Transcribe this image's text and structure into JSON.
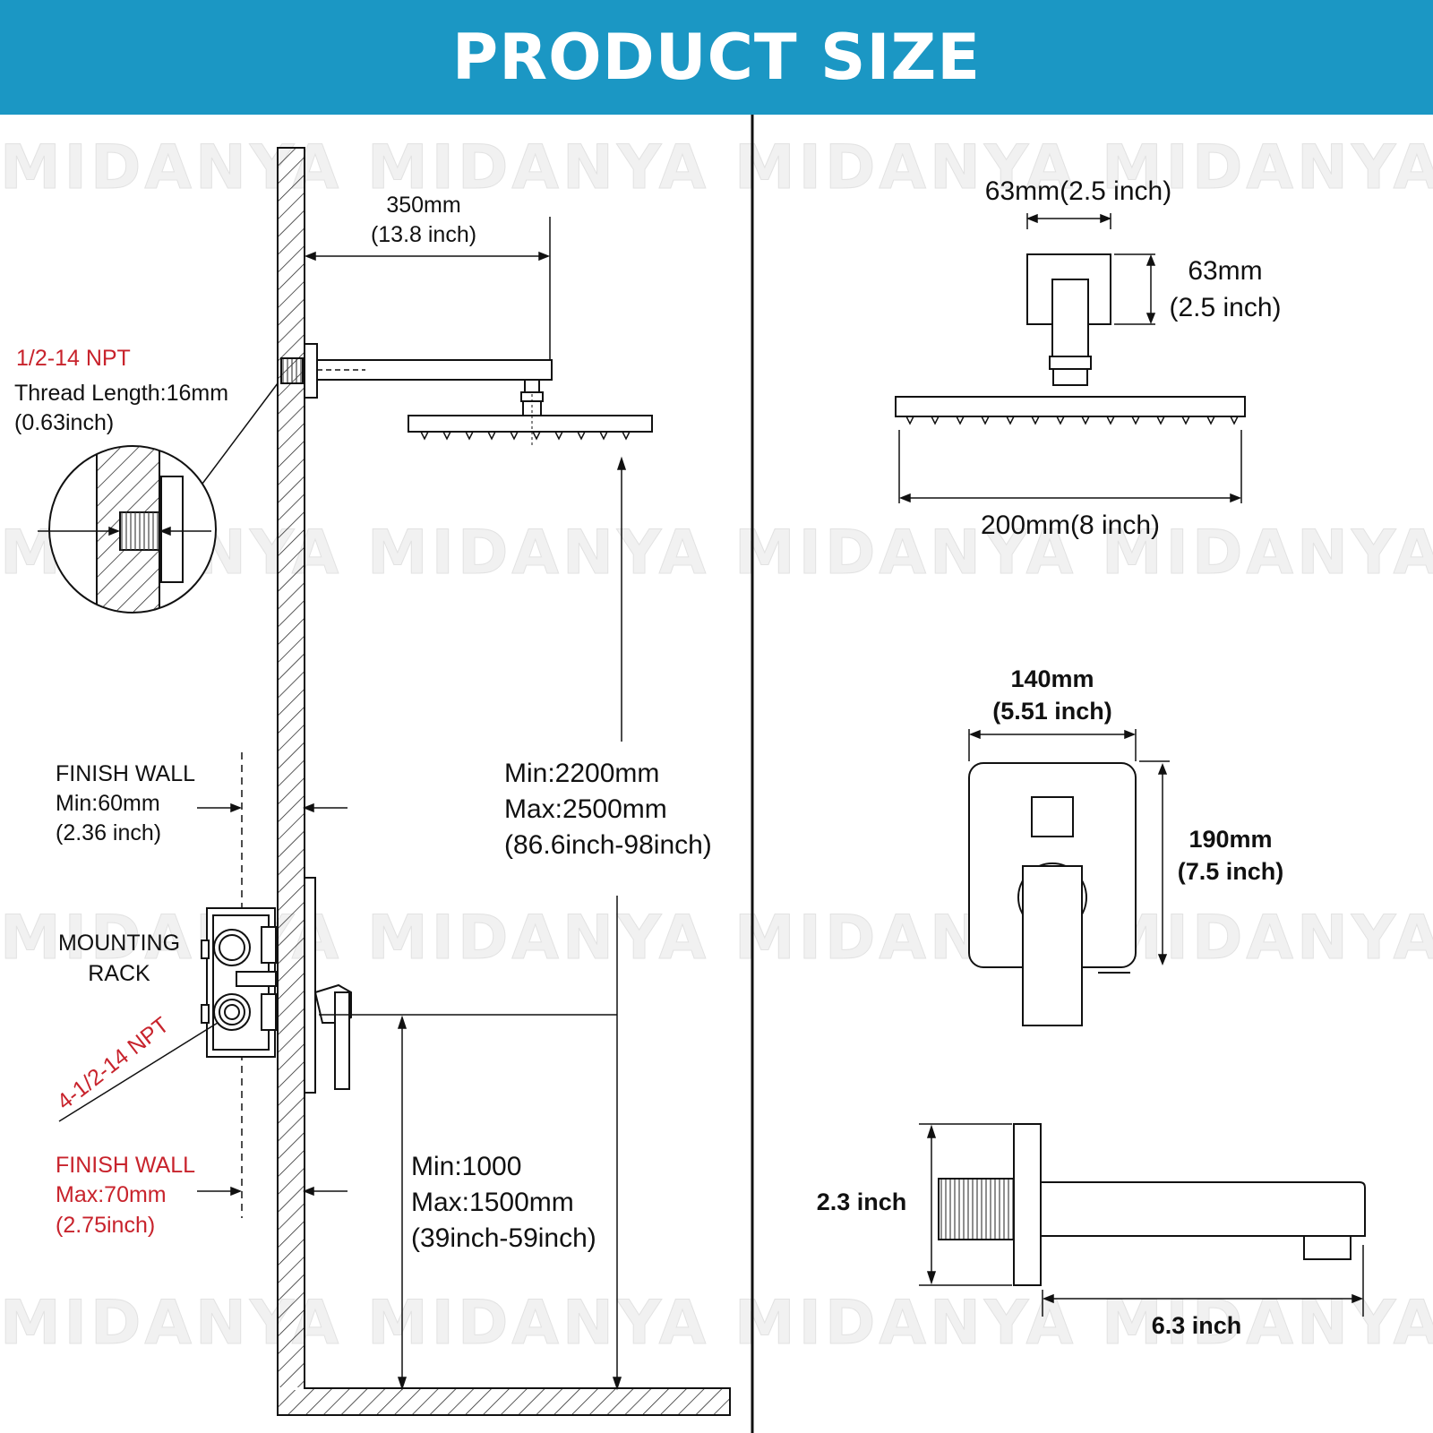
{
  "header": {
    "title": "PRODUCT SIZE"
  },
  "watermark": "MIDANYA",
  "left": {
    "arm_length": {
      "mm": "350mm",
      "inch": "(13.8 inch)"
    },
    "npt_label": "1/2-14 NPT",
    "thread": {
      "line1": "Thread Length:16mm",
      "line2": "(0.63inch)"
    },
    "shower_height": {
      "min": "Min:2200mm",
      "max": "Max:2500mm",
      "inch": "(86.6inch-98inch)"
    },
    "finish_wall_min": {
      "title": "FINISH WALL",
      "value": "Min:60mm",
      "inch": "(2.36 inch)"
    },
    "mounting_rack": {
      "line1": "MOUNTING",
      "line2": "RACK"
    },
    "npt4_label": "4-1/2-14 NPT",
    "finish_wall_max": {
      "title": "FINISH WALL",
      "value": "Max:70mm",
      "inch": "(2.75inch)"
    },
    "valve_height": {
      "min": "Min:1000",
      "max": "Max:1500mm",
      "inch": "(39inch-59inch)"
    }
  },
  "right": {
    "flange_width": "63mm(2.5 inch)",
    "flange_height": {
      "mm": "63mm",
      "inch": "(2.5 inch)"
    },
    "head_width": "200mm(8 inch)",
    "trim_width": {
      "mm": "140mm",
      "inch": "(5.51 inch)"
    },
    "trim_height": {
      "mm": "190mm",
      "inch": "(7.5 inch)"
    },
    "spout_height": "2.3 inch",
    "spout_length": "6.3 inch"
  },
  "colors": {
    "header_bg": "#1b97c4",
    "annotation_red": "#c8232c",
    "line": "#111111"
  }
}
